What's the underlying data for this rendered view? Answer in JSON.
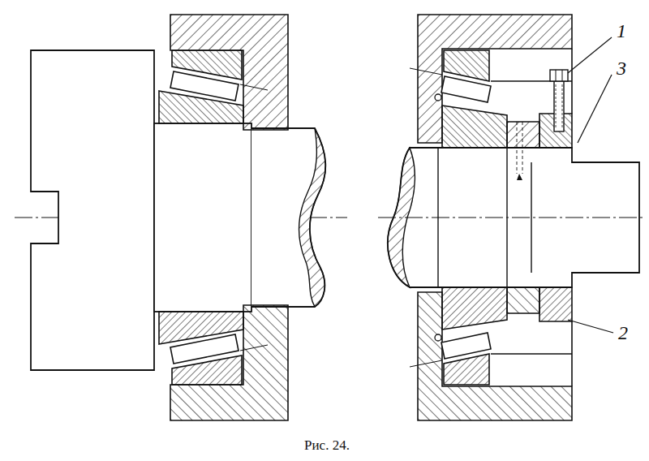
{
  "diagram": {
    "caption": "Рис. 24.",
    "labels": [
      "1",
      "3",
      "2"
    ]
  }
}
